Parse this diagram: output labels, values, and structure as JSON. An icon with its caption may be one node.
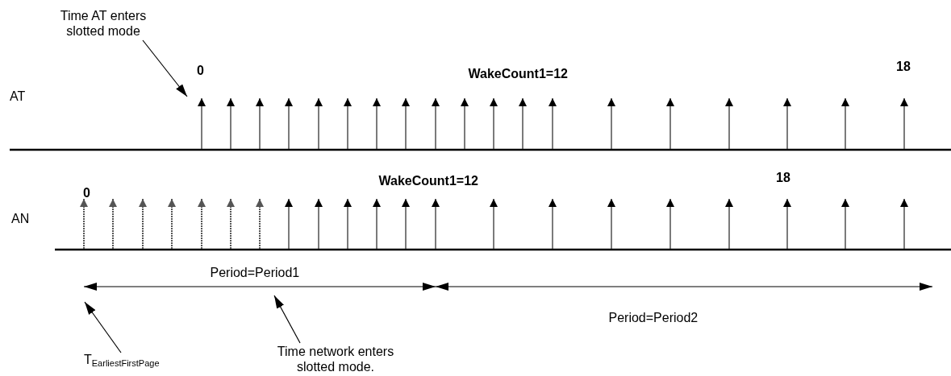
{
  "diagram": {
    "nodes": [
      {
        "text": [
          "Time AT enters slotted mode"
        ]
      },
      {
        "text": [
          "Time network enters slotted mode."
        ]
      },
      {
        "text": [
          "T$_{EarliestFirstPage}$"
        ]
      }
    ],
    "edges": [
      {
        "from": 0,
        "to": null,
        "arrow": "to"
      },
      {
        "from": 1,
        "to": null,
        "arrow": "to"
      },
      {
        "from": 2,
        "to": null,
        "arrow": "to"
      }
    ],
    "labels": [
      "AT",
      "0",
      "WakeCount1=12",
      "18",
      "AN",
      "0",
      "WakeCount1=12",
      "18",
      "Period=Period1",
      "Period=Period2"
    ]
  }
}
